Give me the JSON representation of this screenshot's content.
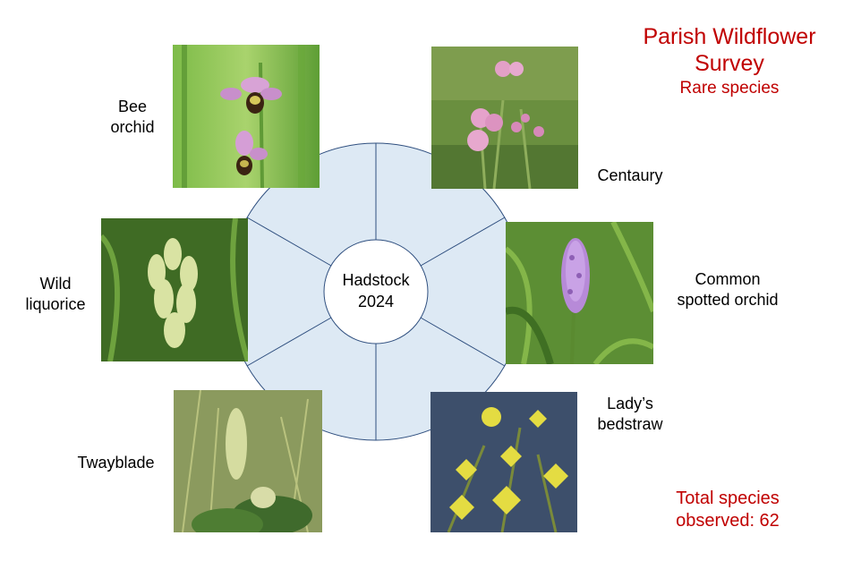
{
  "title": {
    "line1": "Parish Wildflower",
    "line2": "Survey",
    "subtitle": "Rare species"
  },
  "center": {
    "line1": "Hadstock",
    "line2": "2024"
  },
  "total": {
    "line1": "Total species",
    "line2": "observed: 62"
  },
  "colors": {
    "accent": "#c00000",
    "wheel_fill": "#dde9f4",
    "wheel_stroke": "#2f4f7f"
  },
  "species": [
    {
      "line1": "Bee",
      "line2": "orchid",
      "icon": "bee-orchid-photo"
    },
    {
      "line1": "Centaury",
      "line2": "",
      "icon": "centaury-photo"
    },
    {
      "line1": "Common",
      "line2": "spotted orchid",
      "icon": "common-spotted-orchid-photo"
    },
    {
      "line1": "Lady’s",
      "line2": "bedstraw",
      "icon": "ladys-bedstraw-photo"
    },
    {
      "line1": "Twayblade",
      "line2": "",
      "icon": "twayblade-photo"
    },
    {
      "line1": "Wild",
      "line2": "liquorice",
      "icon": "wild-liquorice-photo"
    }
  ]
}
